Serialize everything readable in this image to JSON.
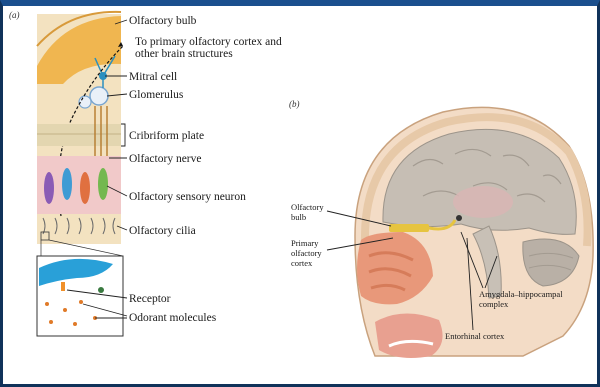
{
  "panel_a": {
    "marker": "(a)",
    "labels": {
      "olfactory_bulb": "Olfactory bulb",
      "to_cortex_line1": "To primary olfactory cortex and",
      "to_cortex_line2": "other brain structures",
      "mitral_cell": "Mitral cell",
      "glomerulus": "Glomerulus",
      "cribriform_plate": "Cribriform plate",
      "olfactory_nerve": "Olfactory nerve",
      "olfactory_sensory_neuron": "Olfactory sensory neuron",
      "olfactory_cilia": "Olfactory cilia",
      "receptor": "Receptor",
      "odorant_molecules": "Odorant molecules"
    }
  },
  "panel_b": {
    "marker": "(b)",
    "labels": {
      "olfactory_bulb_line1": "Olfactory",
      "olfactory_bulb_line2": "bulb",
      "primary_cortex_line1": "Primary",
      "primary_cortex_line2": "olfactory",
      "primary_cortex_line3": "cortex",
      "amygdala_line1": "Amygdala–hippocampal",
      "amygdala_line2": "complex",
      "entorhinal_cortex": "Entorhinal cortex"
    }
  }
}
